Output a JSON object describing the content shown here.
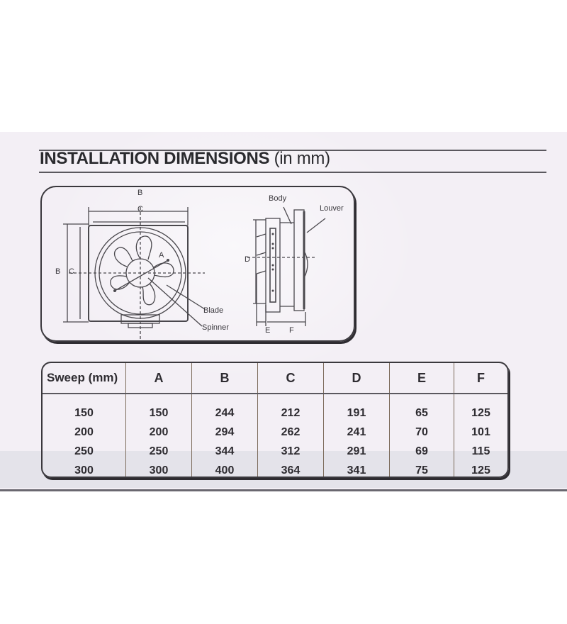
{
  "title": {
    "main": "INSTALLATION DIMENSIONS",
    "unit": "(in mm)"
  },
  "diagram": {
    "front_view": {
      "labels": {
        "B_top": "B",
        "C_top": "C",
        "B_left": "B",
        "C_left": "C",
        "A": "A",
        "blade": "Blade",
        "spinner": "Spinner"
      }
    },
    "side_view": {
      "labels": {
        "body": "Body",
        "louver": "Louver",
        "D": "D",
        "E": "E",
        "F": "F"
      }
    }
  },
  "table": {
    "headers": [
      "Sweep (mm)",
      "A",
      "B",
      "C",
      "D",
      "E",
      "F"
    ],
    "rows": [
      [
        "150",
        "150",
        "244",
        "212",
        "191",
        "65",
        "125"
      ],
      [
        "200",
        "200",
        "294",
        "262",
        "241",
        "70",
        "101"
      ],
      [
        "250",
        "250",
        "344",
        "312",
        "291",
        "69",
        "115"
      ],
      [
        "300",
        "300",
        "400",
        "364",
        "341",
        "75",
        "125"
      ]
    ]
  }
}
